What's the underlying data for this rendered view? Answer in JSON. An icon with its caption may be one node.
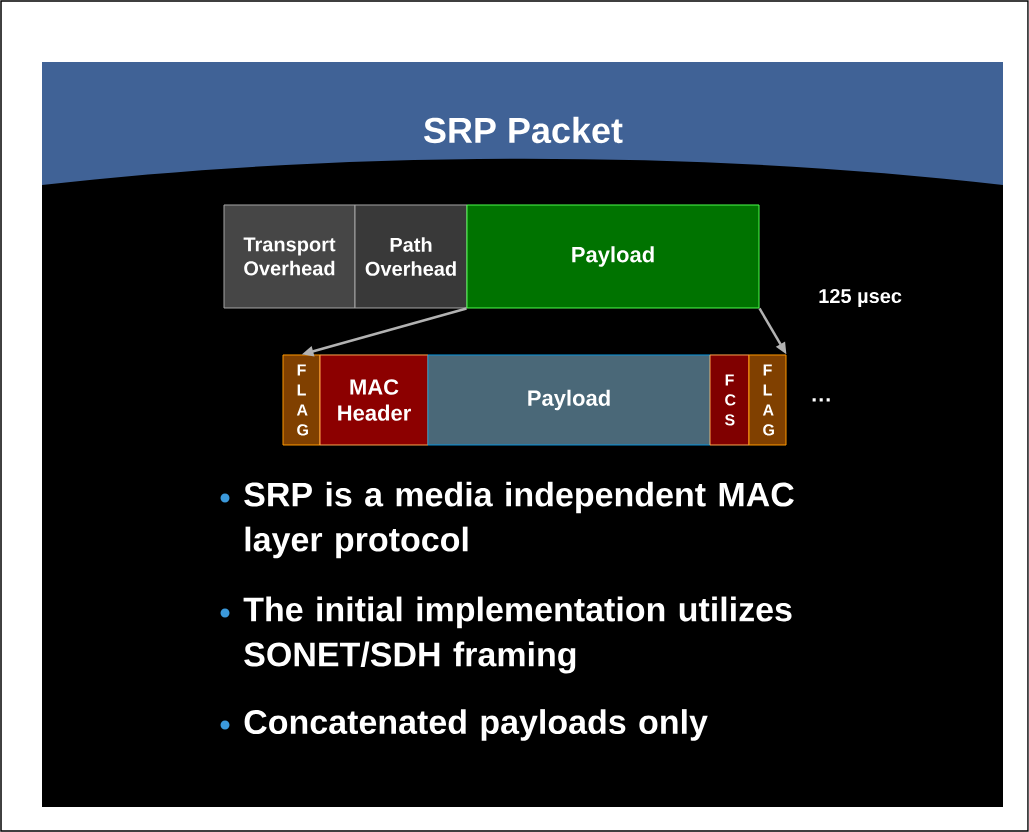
{
  "diagram": {
    "title": "SRP Packet",
    "nodes": [
      {
        "text": [
          "Transport Overhead"
        ]
      },
      {
        "text": [
          "Path Overhead"
        ]
      },
      {
        "text": [
          "Payload"
        ]
      },
      {
        "text": [
          "F L A G"
        ]
      },
      {
        "text": [
          "MAC Header"
        ]
      },
      {
        "text": [
          "Payload"
        ]
      },
      {
        "text": [
          "F C S"
        ]
      },
      {
        "text": [
          "F L A G"
        ]
      }
    ],
    "edges": [
      {
        "from": 2,
        "to": 3,
        "arrow": "to"
      },
      {
        "from": 2,
        "to": 7,
        "arrow": "to"
      }
    ],
    "labels": [
      "125 µsec",
      "…",
      "SRP is a media independent MAC layer protocol",
      "The initial implementation utilizes SONET/SDH framing",
      "Concatenated payloads only"
    ]
  }
}
